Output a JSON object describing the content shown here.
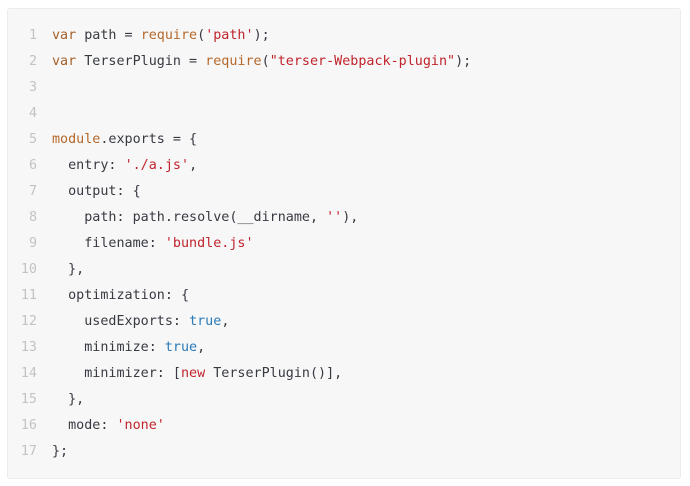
{
  "code_block": {
    "colors": {
      "plain": "#383a42",
      "keyword": "#a4602a",
      "string": "#c0242c",
      "builtin": "#b5682a",
      "bool": "#2a7ab8",
      "line_number": "#c3c3c3",
      "background": "#f7f7f7"
    },
    "lines": [
      {
        "num": "1",
        "tokens": [
          {
            "t": "var",
            "k": "keyword"
          },
          {
            "t": " path = ",
            "k": "plain"
          },
          {
            "t": "require",
            "k": "builtin"
          },
          {
            "t": "(",
            "k": "plain"
          },
          {
            "t": "'path'",
            "k": "string"
          },
          {
            "t": ");",
            "k": "plain"
          }
        ]
      },
      {
        "num": "2",
        "tokens": [
          {
            "t": "var",
            "k": "keyword"
          },
          {
            "t": " TerserPlugin = ",
            "k": "plain"
          },
          {
            "t": "require",
            "k": "builtin"
          },
          {
            "t": "(",
            "k": "plain"
          },
          {
            "t": "\"terser-Webpack-plugin\"",
            "k": "string"
          },
          {
            "t": ");",
            "k": "plain"
          }
        ]
      },
      {
        "num": "3",
        "tokens": []
      },
      {
        "num": "4",
        "tokens": []
      },
      {
        "num": "5",
        "tokens": [
          {
            "t": "module",
            "k": "builtin"
          },
          {
            "t": ".exports = {",
            "k": "plain"
          }
        ]
      },
      {
        "num": "6",
        "tokens": [
          {
            "t": "  entry: ",
            "k": "plain"
          },
          {
            "t": "'./a.js'",
            "k": "string"
          },
          {
            "t": ",",
            "k": "plain"
          }
        ]
      },
      {
        "num": "7",
        "tokens": [
          {
            "t": "  output: {",
            "k": "plain"
          }
        ]
      },
      {
        "num": "8",
        "tokens": [
          {
            "t": "    path: path.resolve(__dirname, ",
            "k": "plain"
          },
          {
            "t": "''",
            "k": "string"
          },
          {
            "t": "),",
            "k": "plain"
          }
        ]
      },
      {
        "num": "9",
        "tokens": [
          {
            "t": "    filename: ",
            "k": "plain"
          },
          {
            "t": "'bundle.js'",
            "k": "string"
          }
        ]
      },
      {
        "num": "10",
        "tokens": [
          {
            "t": "  },",
            "k": "plain"
          }
        ]
      },
      {
        "num": "11",
        "tokens": [
          {
            "t": "  optimization: {",
            "k": "plain"
          }
        ]
      },
      {
        "num": "12",
        "tokens": [
          {
            "t": "    usedExports: ",
            "k": "plain"
          },
          {
            "t": "true",
            "k": "bool"
          },
          {
            "t": ",",
            "k": "plain"
          }
        ]
      },
      {
        "num": "13",
        "tokens": [
          {
            "t": "    minimize: ",
            "k": "plain"
          },
          {
            "t": "true",
            "k": "bool"
          },
          {
            "t": ",",
            "k": "plain"
          }
        ]
      },
      {
        "num": "14",
        "tokens": [
          {
            "t": "    minimizer: [",
            "k": "plain"
          },
          {
            "t": "new",
            "k": "new"
          },
          {
            "t": " TerserPlugin()],",
            "k": "plain"
          }
        ]
      },
      {
        "num": "15",
        "tokens": [
          {
            "t": "  },",
            "k": "plain"
          }
        ]
      },
      {
        "num": "16",
        "tokens": [
          {
            "t": "  mode: ",
            "k": "plain"
          },
          {
            "t": "'none'",
            "k": "string"
          }
        ]
      },
      {
        "num": "17",
        "tokens": [
          {
            "t": "};",
            "k": "plain"
          }
        ]
      }
    ]
  }
}
